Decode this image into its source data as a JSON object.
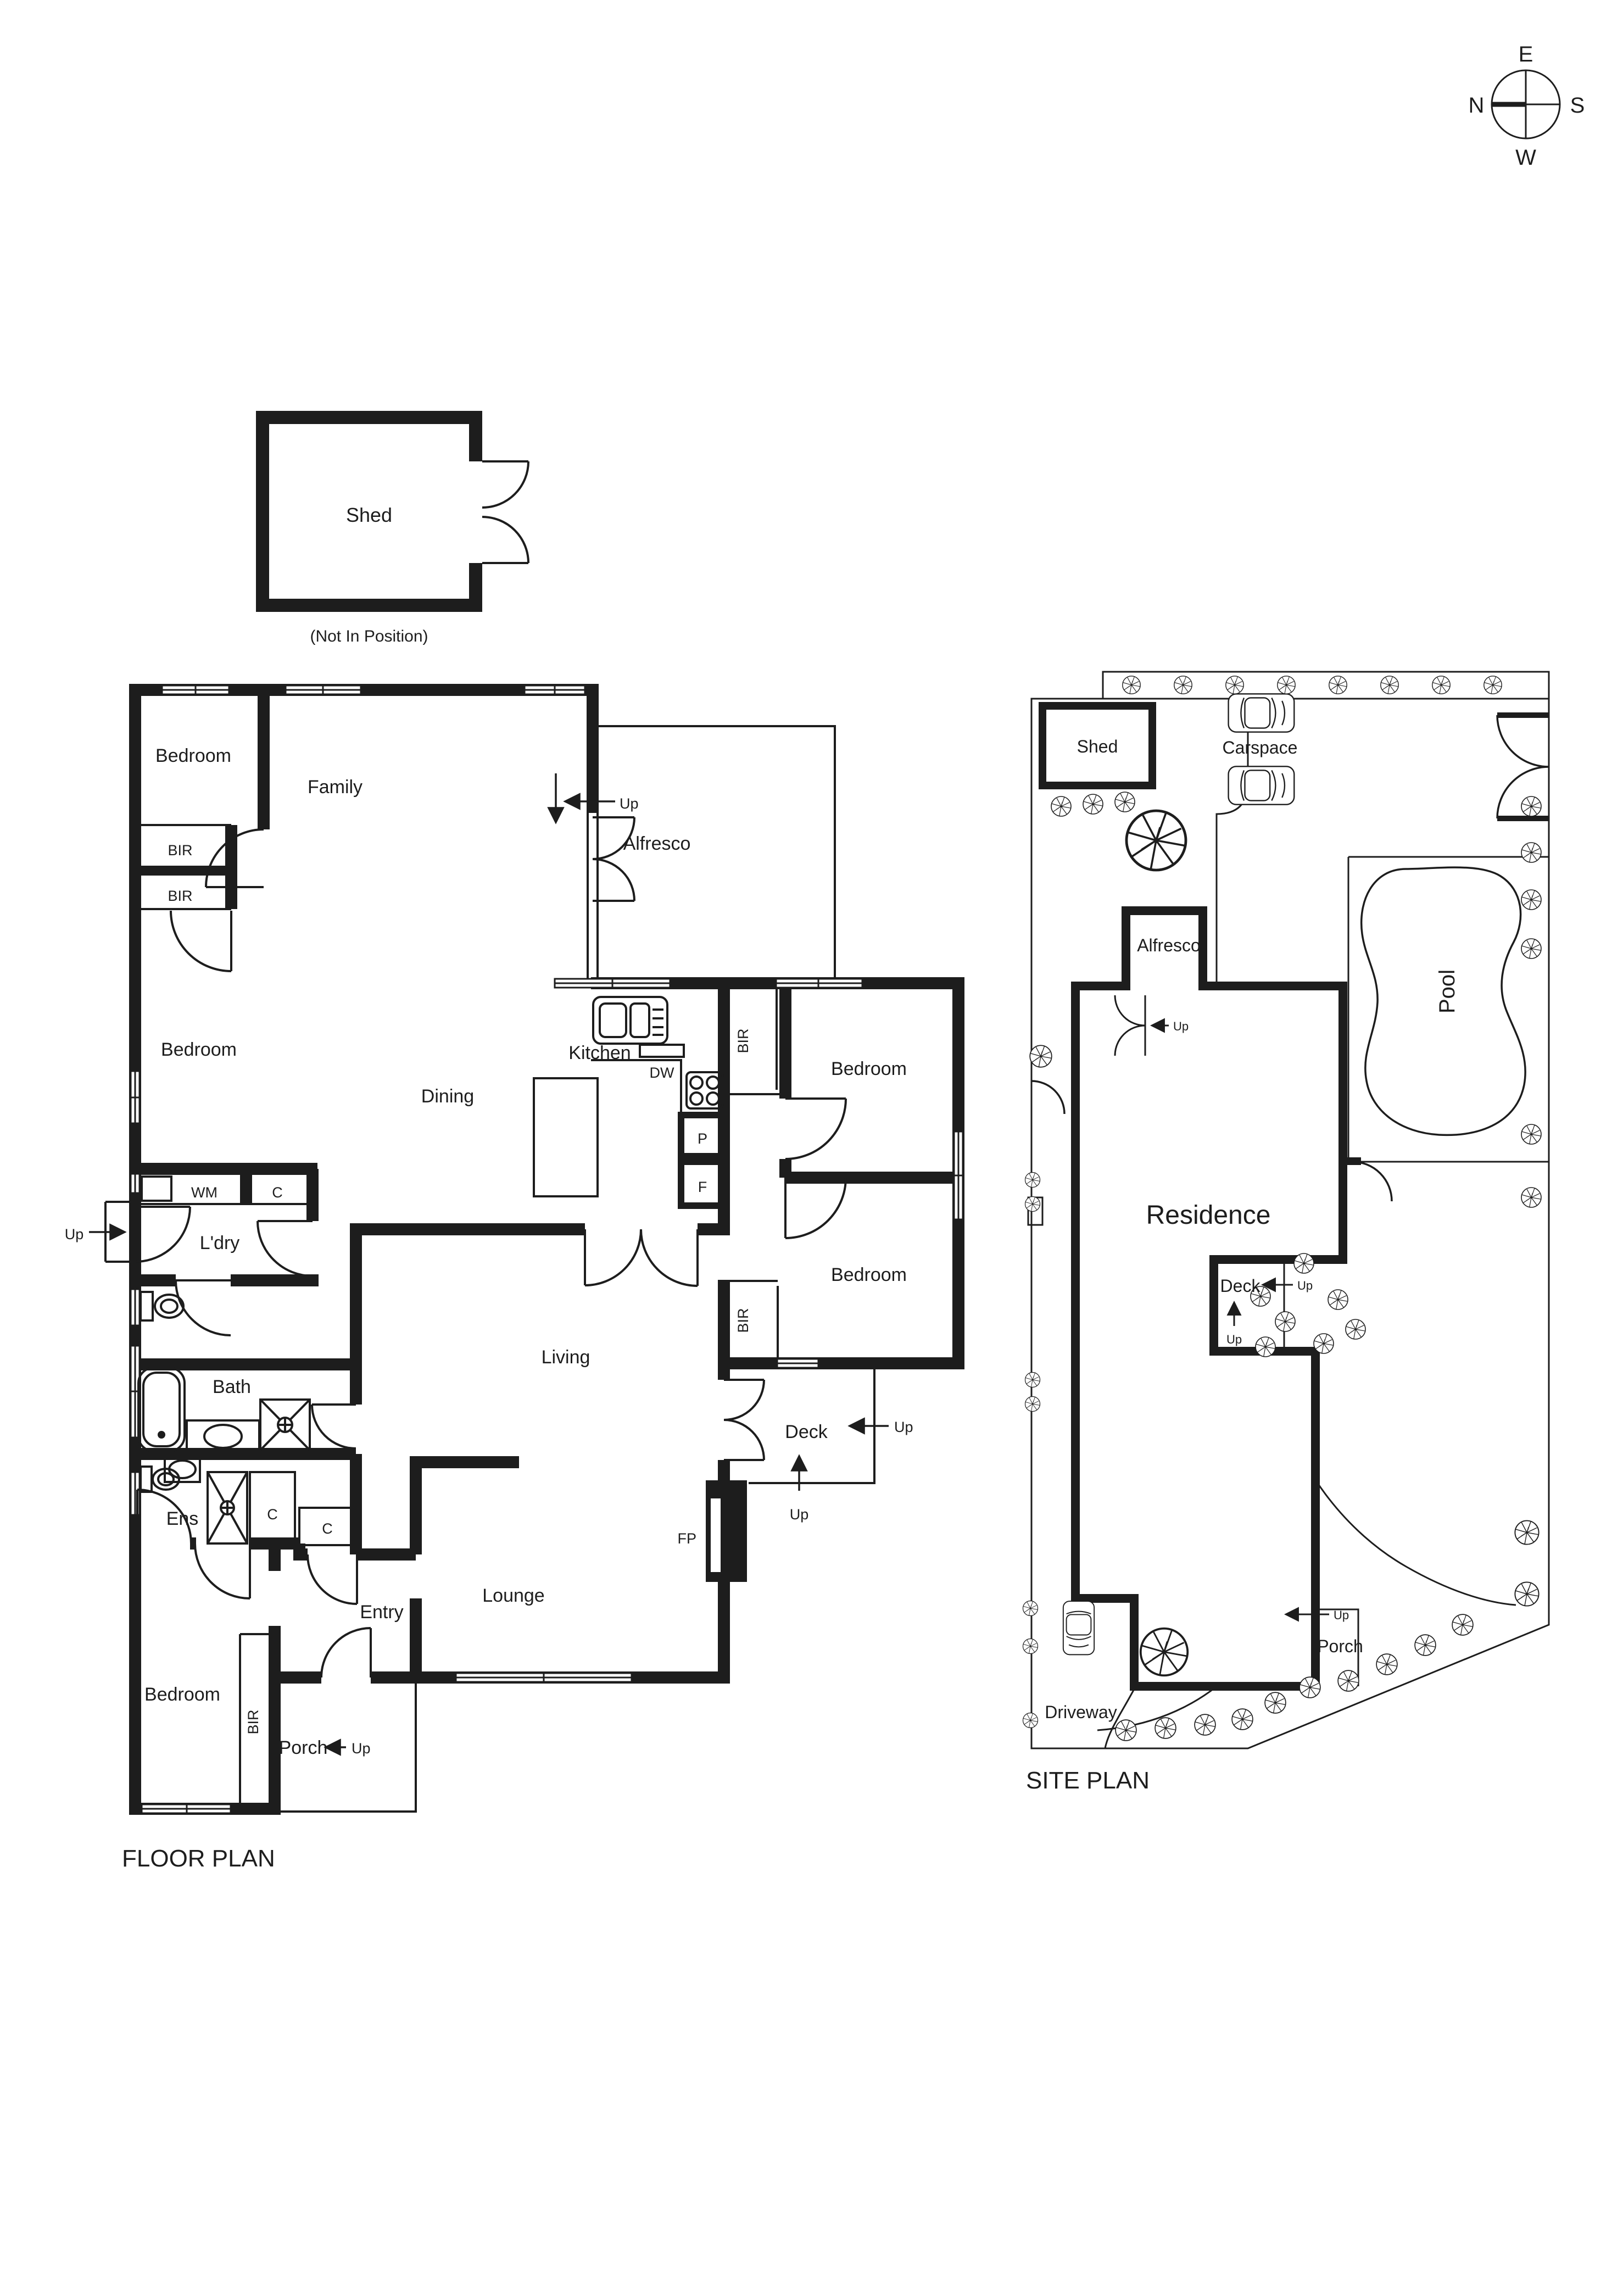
{
  "compass": {
    "north": "N",
    "east": "E",
    "south": "S",
    "west": "W"
  },
  "shed_plan": {
    "label": "Shed",
    "note": "(Not In Position)"
  },
  "floor_plan": {
    "title": "FLOOR PLAN",
    "labels": {
      "bedroom_nw": "Bedroom",
      "family": "Family",
      "alfresco": "Alfresco",
      "alfresco_up": "Up",
      "bir_nw_1": "BIR",
      "bir_nw_2": "BIR",
      "bedroom_w": "Bedroom",
      "kitchen": "Kitchen",
      "dishwasher": "DW",
      "bir_kitchen": "BIR",
      "bedroom_ne": "Bedroom",
      "dining": "Dining",
      "pantry": "P",
      "fridge": "F",
      "washing_machine": "WM",
      "cupboard_laundry": "C",
      "laundry": "L'dry",
      "laundry_up": "Up",
      "bedroom_e": "Bedroom",
      "bir_bedroom_e": "BIR",
      "living": "Living",
      "deck": "Deck",
      "deck_up_east": "Up",
      "deck_up_south": "Up",
      "bath": "Bath",
      "ensuite": "Ens",
      "cupboard_ens": "C",
      "cupboard_hall": "C",
      "lounge": "Lounge",
      "fireplace": "FP",
      "entry": "Entry",
      "bedroom_s": "Bedroom",
      "bir_bedroom_s": "BIR",
      "porch": "Porch",
      "porch_up": "Up"
    }
  },
  "site_plan": {
    "title": "SITE PLAN",
    "labels": {
      "shed": "Shed",
      "carspace": "Carspace",
      "pool": "Pool",
      "alfresco": "Alfresco",
      "alfresco_up": "Up",
      "residence": "Residence",
      "deck": "Deck",
      "deck_up_east": "Up",
      "deck_up_south": "Up",
      "porch": "Porch",
      "porch_up": "Up",
      "driveway": "Driveway"
    }
  }
}
